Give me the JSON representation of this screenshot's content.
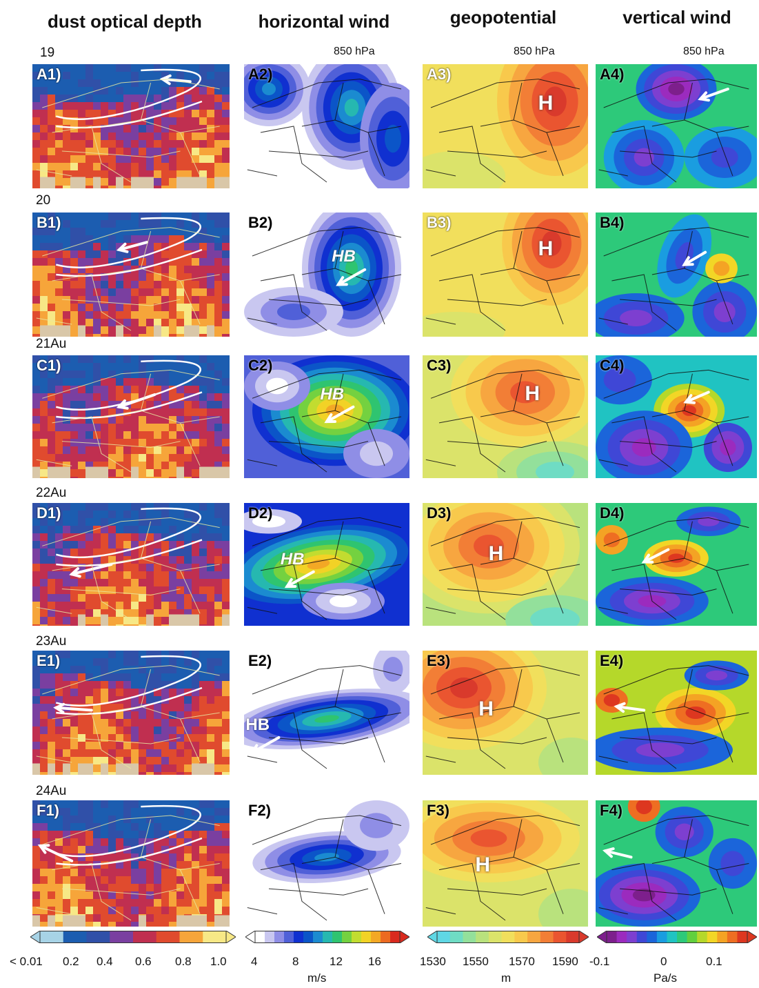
{
  "columns": [
    {
      "title": "dust optical depth"
    },
    {
      "title": "horizontal wind",
      "pressure": "850 hPa"
    },
    {
      "title": "geopotential",
      "pressure": "850 hPa"
    },
    {
      "title": "vertical wind",
      "pressure": "850 hPa"
    }
  ],
  "dates": [
    "19",
    "20",
    "21Au",
    "22Au",
    "23Au",
    "24Au"
  ],
  "rows": [
    {
      "labels": [
        "A1)",
        "A2)",
        "A3)",
        "A4)"
      ],
      "hb": ""
    },
    {
      "labels": [
        "B1)",
        "B2)",
        "B3)",
        "B4)"
      ],
      "hb": "HB"
    },
    {
      "labels": [
        "C1)",
        "C2)",
        "C3)",
        "C4)"
      ],
      "hb": "HB"
    },
    {
      "labels": [
        "D1)",
        "D2)",
        "D3)",
        "D4)"
      ],
      "hb": "HB"
    },
    {
      "labels": [
        "E1)",
        "E2)",
        "E3)",
        "E4)"
      ],
      "hb": "HB"
    },
    {
      "labels": [
        "F1)",
        "F2)",
        "F3)",
        "F4)"
      ],
      "hb": ""
    }
  ],
  "high_marker": "H",
  "colorbars": [
    {
      "name": "dust",
      "ticks": [
        "< 0.01",
        "0.2",
        "0.4",
        "0.6",
        "0.8",
        "1.0"
      ],
      "unit": "",
      "colors": [
        "#a7d3e6",
        "#1c5db0",
        "#3050a8",
        "#7a3fa0",
        "#c02f50",
        "#e04b2e",
        "#f6a53a",
        "#f7e886"
      ]
    },
    {
      "name": "hwind",
      "ticks": [
        "4",
        "8",
        "12",
        "16"
      ],
      "unit": "m/s",
      "colors": [
        "#ffffff",
        "#c9c7f0",
        "#8f8ee6",
        "#5060d8",
        "#1030d0",
        "#0b55c8",
        "#1b8bd0",
        "#26b8b0",
        "#2fc470",
        "#74d140",
        "#c2dc30",
        "#f2d226",
        "#f3a825",
        "#ec6a21",
        "#d92a1e"
      ]
    },
    {
      "name": "geo",
      "ticks": [
        "1530",
        "1550",
        "1570",
        "1590"
      ],
      "unit": "m",
      "colors": [
        "#5fd7e4",
        "#6fdcc4",
        "#93e09b",
        "#b9e27d",
        "#dbe36a",
        "#f1df5c",
        "#f8c94c",
        "#f7a640",
        "#f27e36",
        "#ea5530",
        "#d93a2c"
      ]
    },
    {
      "name": "vwind",
      "ticks": [
        "-0.1",
        "0",
        "0.1"
      ],
      "unit": "Pa/s",
      "colors": [
        "#7d1f8c",
        "#9b2bbe",
        "#7d3fd0",
        "#3f47d6",
        "#1b65da",
        "#1a9de0",
        "#20c3c2",
        "#2dc97a",
        "#62cf3e",
        "#b5d82a",
        "#f2d626",
        "#f4a324",
        "#ee6e22",
        "#dd3720"
      ]
    }
  ]
}
